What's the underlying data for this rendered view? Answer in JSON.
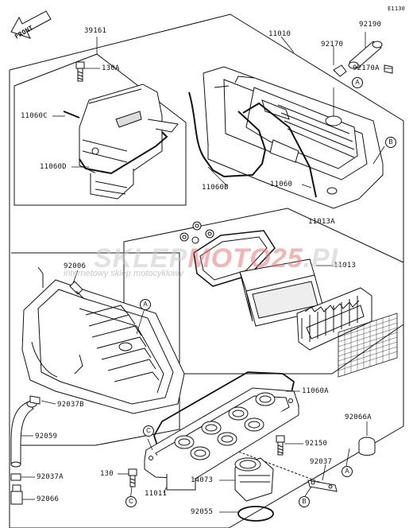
{
  "figure_code": "E1130",
  "direction_label": "FRONT",
  "watermark": {
    "brand_grey": "SKLEP",
    "brand_red": "MOTO",
    "brand_grey2": "25",
    "tld": ".PL",
    "tagline": "internetowy sklep motocyklowy"
  },
  "parts": {
    "p39161": "39161",
    "p130A": "130A",
    "p11060C": "11060C",
    "p11060D": "11060D",
    "p11010": "11010",
    "p92170": "92170",
    "p92190": "92190",
    "p92170A": "92170A",
    "p11060B": "11060B",
    "p11060": "11060",
    "p11013A": "11013A",
    "p11013": "11013",
    "p92006": "92006",
    "p92037B": "92037B",
    "p92059": "92059",
    "p92037A": "92037A",
    "p92066": "92066",
    "p11060A": "11060A",
    "p92066A": "92066A",
    "p92150": "92150",
    "p92037": "92037",
    "p130": "130",
    "p11011": "11011",
    "p14073": "14073",
    "p92055": "92055"
  },
  "callouts": {
    "a": "A",
    "b": "B",
    "c": "C"
  },
  "colors": {
    "line": "#111111",
    "watermark_red": "#e67878",
    "watermark_grey": "#c8c8cd"
  }
}
